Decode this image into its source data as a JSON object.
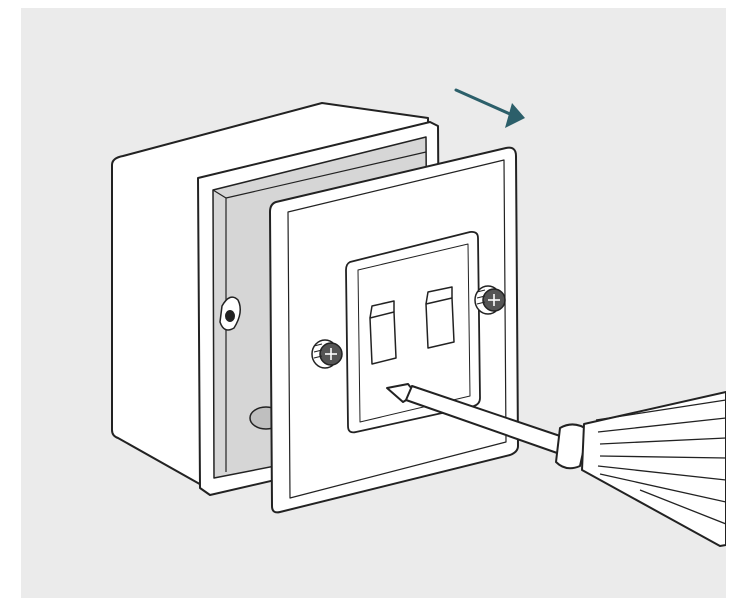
{
  "illustration": {
    "subject": "wall-socket-faceplate-removal",
    "motion_direction": "right",
    "ports": [
      {
        "id": "port-left"
      },
      {
        "id": "port-right"
      }
    ],
    "colors": {
      "background": "#ebebeb",
      "outline": "#222222",
      "box_face": "#ffffff",
      "box_inner": "#d6d6d6",
      "plate": "#ffffff",
      "screw_head": "#555555",
      "arrow": "#2c5f6a"
    },
    "icons": [
      "arrow-right-icon",
      "screw-icon",
      "screwdriver-icon"
    ]
  }
}
